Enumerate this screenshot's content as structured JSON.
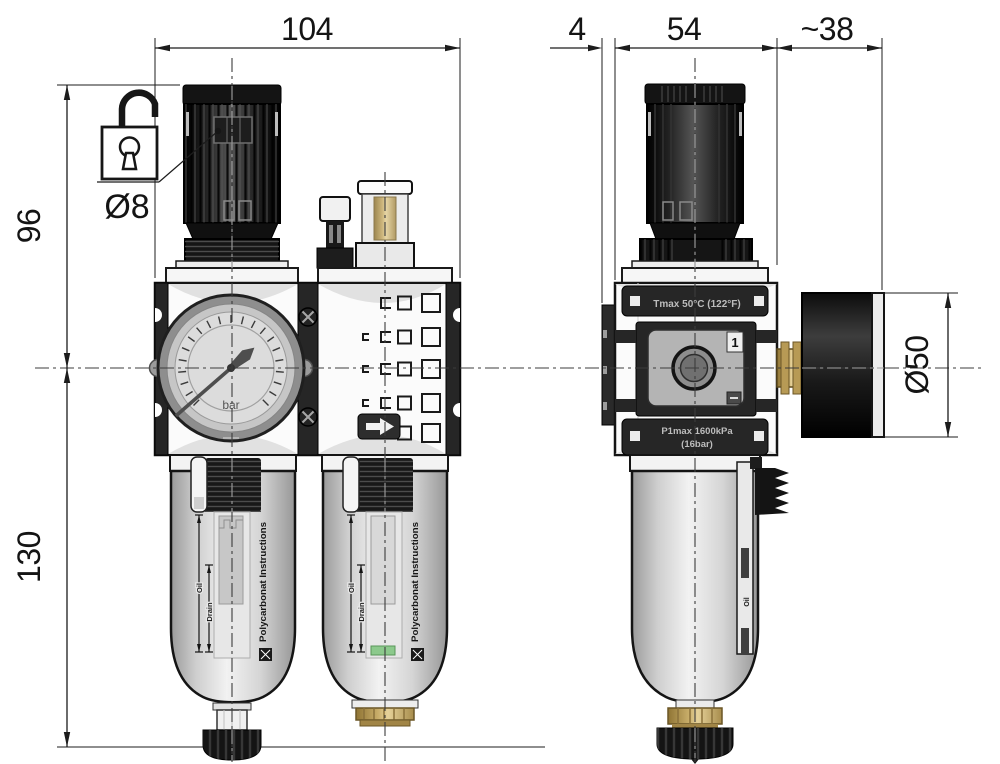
{
  "drawing_type": "technical-dimension-drawing",
  "subject": "filter-regulator-lubricator unit, front and side views",
  "dims": {
    "d104": "104",
    "d96": "96",
    "d130": "130",
    "d8": "Ø8",
    "d4": "4",
    "d54": "54",
    "d38": "~38",
    "d50": "Ø50"
  },
  "labels": {
    "tmax": "Tmax 50°C (122°F)",
    "p1max_line1": "P1max 1600kPa",
    "p1max_line2": "(16bar)",
    "port_number": "1",
    "gauge_unit": "bar",
    "bowl_text": "Polycarbonat Instructions",
    "mark_oil": "Oil",
    "mark_drain": "Drain"
  },
  "colors": {
    "line": "#141414",
    "dark_part": "#262626",
    "body_light": "#fbfbfb",
    "panel_gray": "#b4b4b4",
    "brass": "#c8ad69",
    "green_indicator": "#8cc98c"
  },
  "icons": [
    "open-padlock-icon",
    "flow-arrow-icon"
  ]
}
